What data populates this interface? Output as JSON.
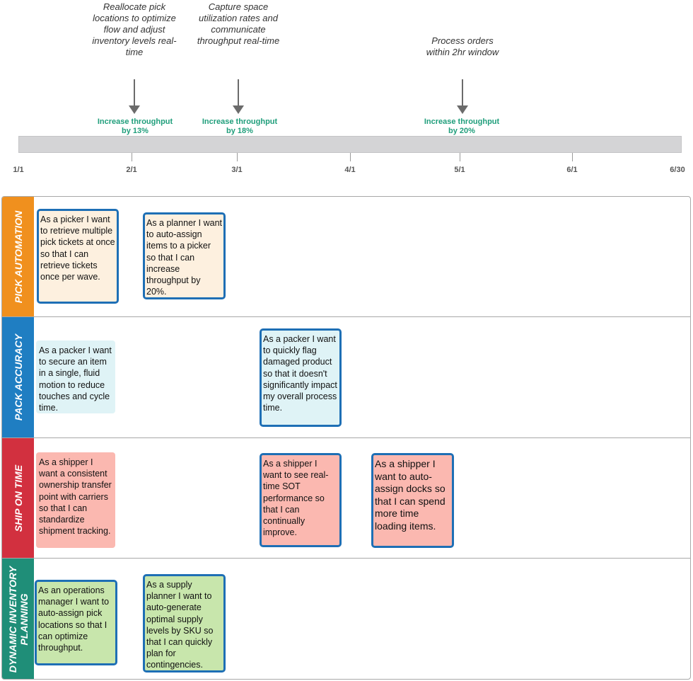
{
  "timeline": {
    "milestones": [
      {
        "text": "Reallocate pick locations to optimize flow and adjust inventory levels real-time",
        "goal": "Increase throughput by 13%"
      },
      {
        "text": "Capture space utilization rates and communicate throughput real-time",
        "goal": "Increase throughput by 18%"
      },
      {
        "text": "Process orders within 2hr window",
        "goal": "Increase throughput by 20%"
      }
    ],
    "ticks": [
      "1/1",
      "2/1",
      "3/1",
      "4/1",
      "5/1",
      "6/1",
      "6/30"
    ]
  },
  "lanes": [
    {
      "title": "PICK AUTOMATION",
      "color": "#f0901e",
      "cards": [
        "As a picker I want to retrieve multiple pick tickets at once so that I can retrieve tickets once per wave.",
        "As a planner I want to auto-assign items to a picker so that I can increase throughput by 20%."
      ]
    },
    {
      "title": "PACK ACCURACY",
      "color": "#1f7ec2",
      "cards": [
        "As a packer I want to secure an item in a single, fluid motion to reduce touches and cycle time.",
        "As a packer I want to quickly flag damaged product so that it doesn't significantly impact my overall process time."
      ]
    },
    {
      "title": "SHIP ON TIME",
      "color": "#d2303f",
      "cards": [
        "As a shipper I want a consistent ownership transfer point with carriers so that I can standardize shipment tracking.",
        "As a shipper I want to see real-time SOT performance so that I can continually improve.",
        "As a shipper I want to auto-assign docks so that I can spend more time loading items."
      ]
    },
    {
      "title": "DYNAMIC INVENTORY PLANNING",
      "color": "#1f8e78",
      "cards": [
        "As an operations manager I want to auto-assign pick locations so that I can optimize throughput.",
        "As a supply planner I want to auto-generate optimal supply levels by SKU so that I can quickly plan for contingencies."
      ]
    }
  ]
}
